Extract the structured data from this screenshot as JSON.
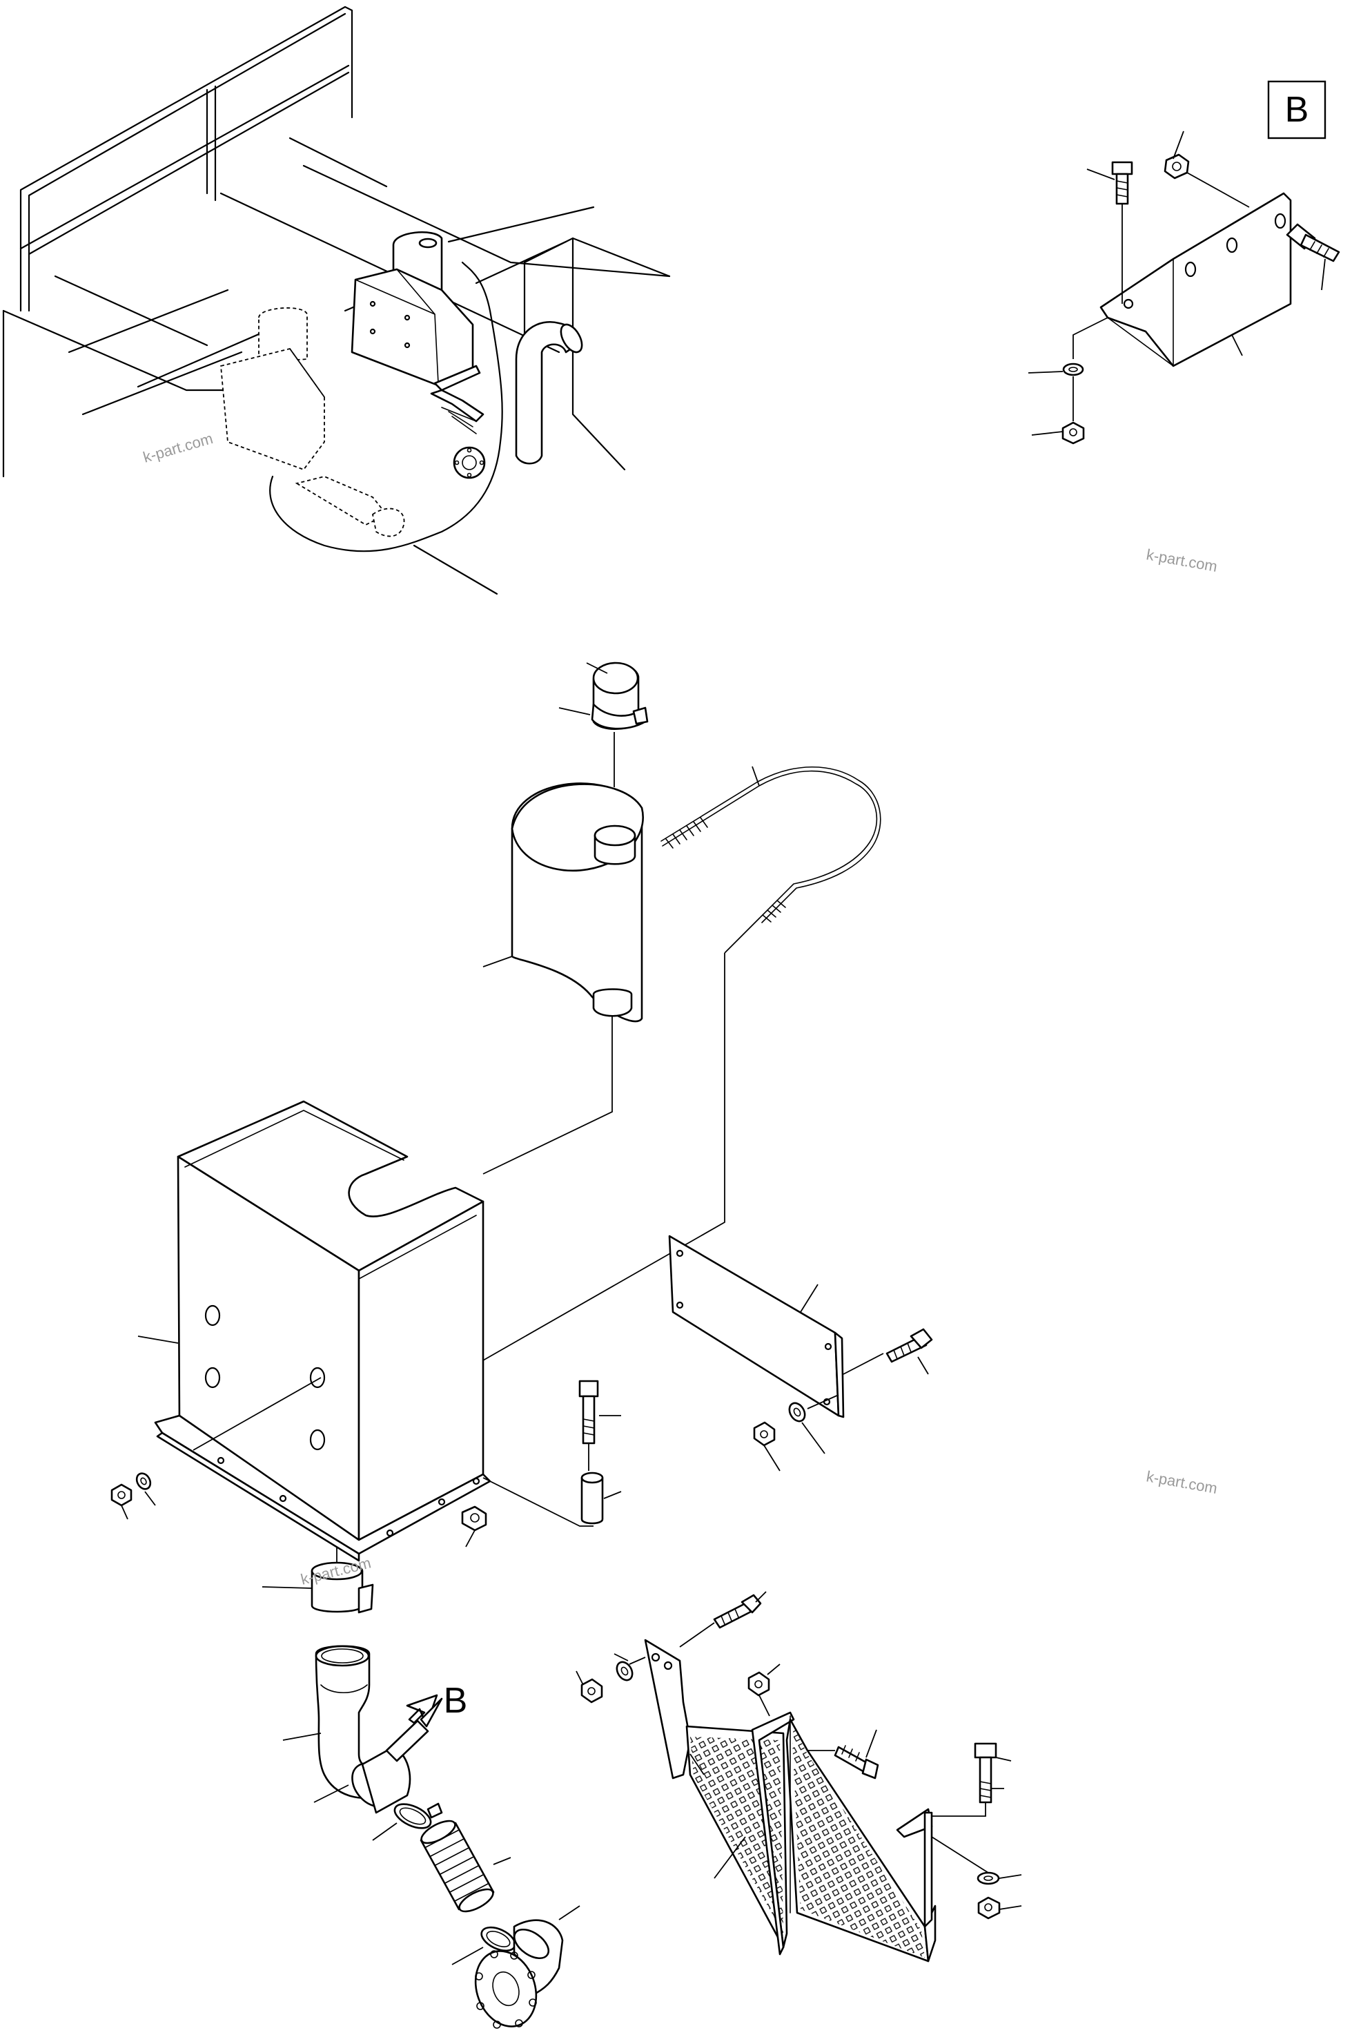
{
  "view_label_box": "B",
  "view_label_arrow": "B",
  "watermark_top_left": "k-part.com",
  "watermark_top_right": "k-part.com",
  "watermark_mid_right": "k-part.com",
  "watermark_clamp": "k-part.com"
}
